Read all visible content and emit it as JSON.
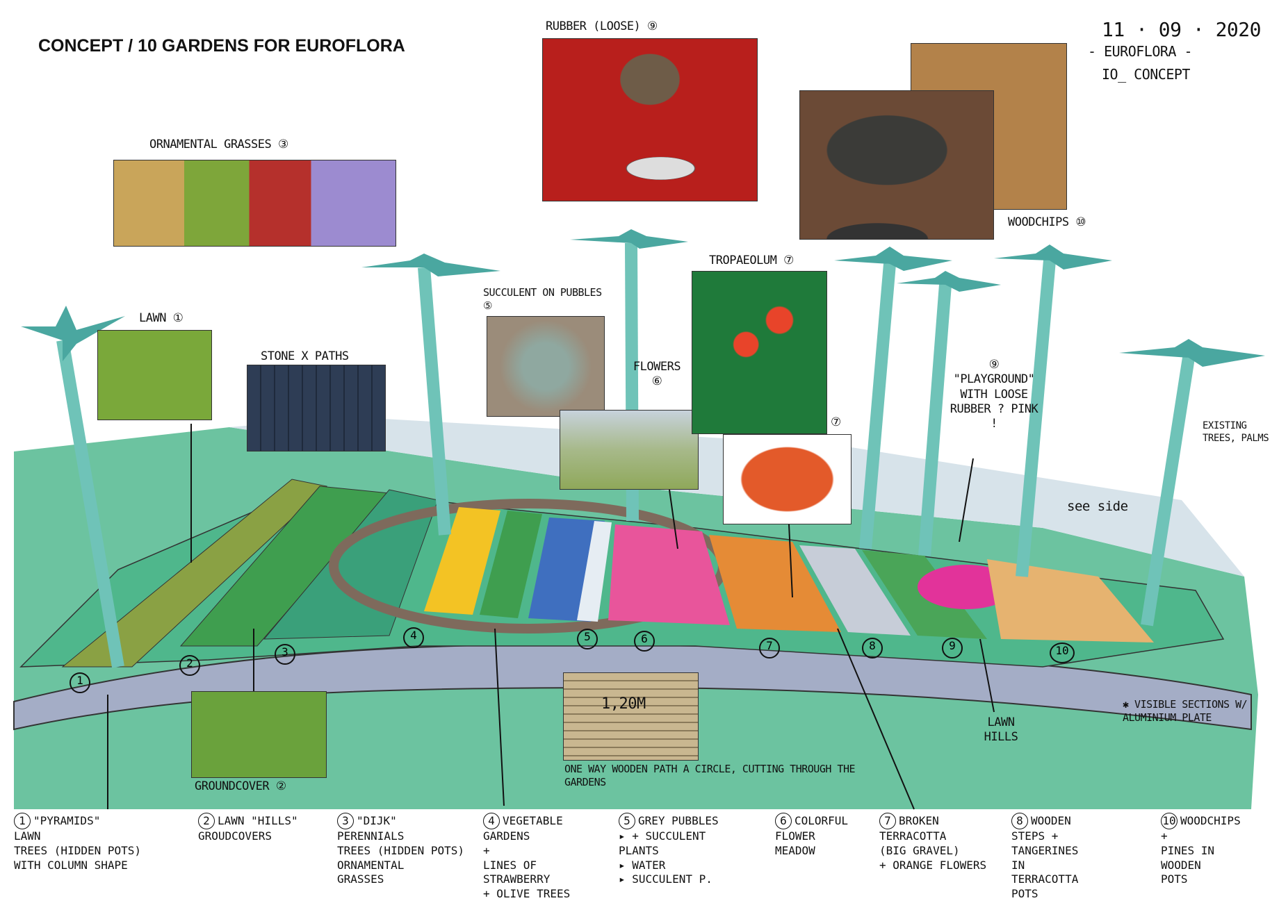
{
  "title": "CONCEPT / 10 GARDENS FOR EUROFLORA",
  "header_note": {
    "date": "11 · 09 · 2020",
    "line1": "- EUROFLORA -",
    "line2": "IO_ CONCEPT"
  },
  "photo_labels": {
    "grasses": "ORNAMENTAL GRASSES ③",
    "rubber": "RUBBER (LOOSE) ⑨",
    "woodchips": "WOODCHIPS ⑩",
    "lawn": "LAWN ①",
    "stone": "STONE X PATHS",
    "succulent": "SUCCULENT ON PUBBLES ⑤",
    "flowers": "FLOWERS ⑥",
    "tropaeolum": "TROPAEOLUM ⑦",
    "terracotta": "⑦",
    "groundcover": "GROUNDCOVER ②",
    "wooden_path": "ONE WAY WOODEN PATH A CIRCLE, CUTTING THROUGH THE GARDENS",
    "path_width": "1,20m"
  },
  "annotations": {
    "playground": "⑨ \"PLAYGROUND\" WITH LOOSE RUBBER ? PINK !",
    "existing": "EXISTING TREES, PALMS",
    "see_side": "see side",
    "lawn_hills": "LAWN HILLS",
    "visible_sections": "✱ VISIBLE SECTIONS W/ ALUMINIUM PLATE"
  },
  "zone_numbers": [
    "1",
    "2",
    "3",
    "4",
    "5",
    "6",
    "7",
    "8",
    "9",
    "10"
  ],
  "legend": [
    {
      "n": "1",
      "text": "\"PYRAMIDS\"\nLAWN\nTREES (HIDDEN POTS)\nWITH COLUMN SHAPE"
    },
    {
      "n": "2",
      "text": "LAWN \"HILLS\"\nGROUDCOVERS"
    },
    {
      "n": "3",
      "text": "\"DIJK\"\nPERENNIALS\nTREES (HIDDEN POTS)\nORNAMENTAL\nGRASSES"
    },
    {
      "n": "4",
      "text": "VEGETABLE\nGARDENS\n+\nLINES OF\nSTRAWBERRY\n+ OLIVE TREES"
    },
    {
      "n": "5",
      "text": "GREY PUBBLES\n▸ + SUCCULENT\nPLANTS\n▸ WATER\n▸ SUCCULENT P."
    },
    {
      "n": "6",
      "text": "COLORFUL\nFLOWER\nMEADOW"
    },
    {
      "n": "7",
      "text": "BROKEN\nTERRACOTTA\n(BIG GRAVEL)\n+ ORANGE FLOWERS"
    },
    {
      "n": "8",
      "text": "WOODEN\nSTEPS +\nTANGERINES\nIN\nTERRACOTTA\nPOTS"
    },
    {
      "n": "10",
      "text": "WOODCHIPS\n+\nPINES IN\nWOODEN\nPOTS"
    }
  ]
}
